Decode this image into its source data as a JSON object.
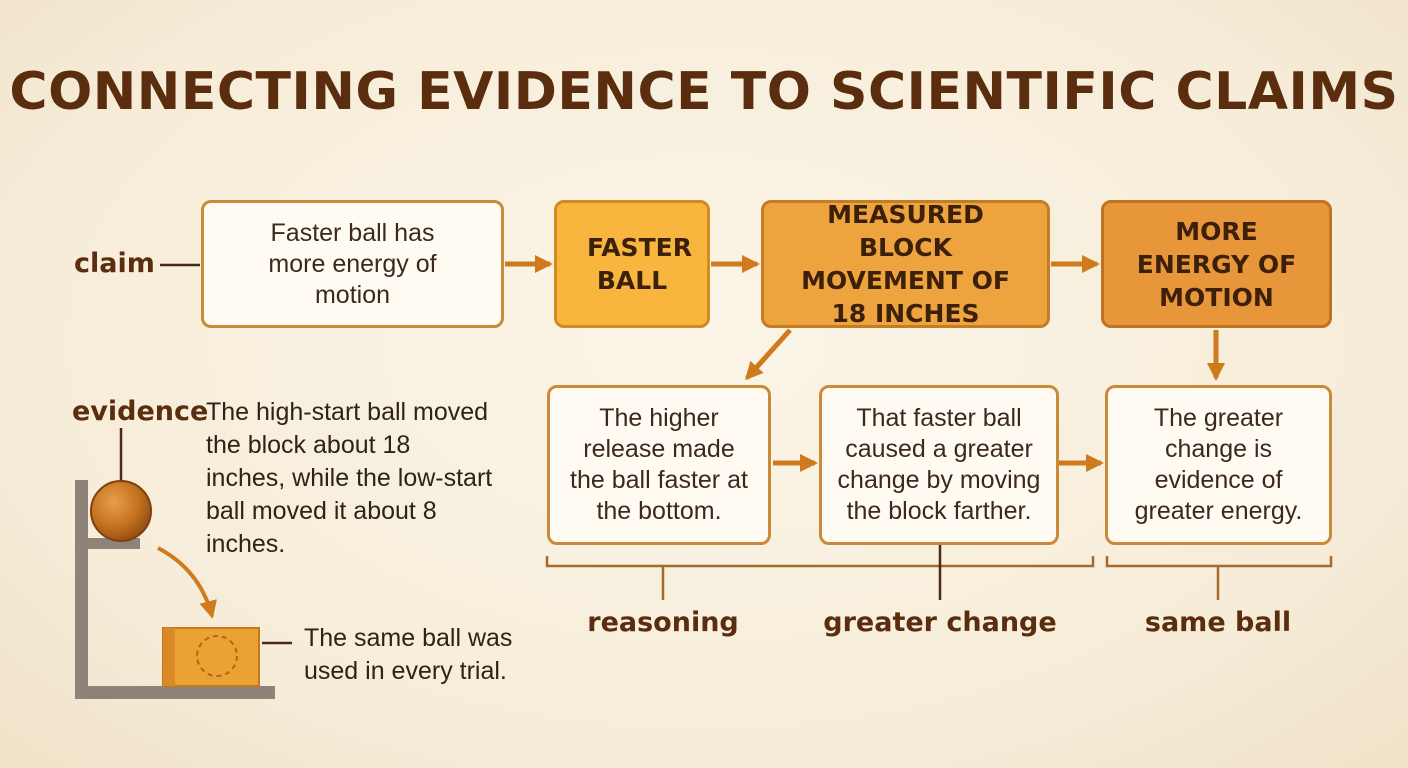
{
  "title": "CONNECTING EVIDENCE TO SCIENTIFIC CLAIMS",
  "labels": {
    "claim": "claim",
    "evidence": "evidence"
  },
  "claim_box": "Faster ball has more energy of motion",
  "chain": [
    "FASTER BALL",
    "MEASURED BLOCK MOVEMENT OF 18 INCHES",
    "MORE ENERGY OF MOTION"
  ],
  "reasoning_boxes": [
    "The higher release made the ball faster at the bottom.",
    "That faster ball caused a greater change by moving the block farther.",
    "The greater change is evidence of greater energy."
  ],
  "evidence_text": "The high-start ball moved the block about 18 inches, while the low-start ball moved it about 8 inches.",
  "same_ball_note": "The same ball was used in every trial.",
  "captions": [
    "reasoning",
    "greater change",
    "same ball"
  ],
  "colors": {
    "background": "#f8f0df",
    "title": "#5a2d0e",
    "border": "#c98a3a",
    "arrow": "#d07a1e",
    "box_fill_1": "#f8b63e",
    "box_fill_2": "#eda43e",
    "box_fill_3": "#e8963a"
  }
}
